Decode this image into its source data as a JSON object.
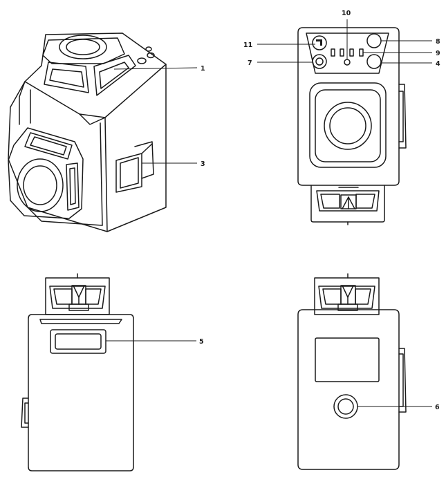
{
  "callouts": {
    "c1": "1",
    "c3": "3",
    "c4": "4",
    "c5": "5",
    "c6": "6",
    "c7": "7",
    "c8": "8",
    "c9": "9",
    "c10": "10",
    "c11": "11"
  }
}
